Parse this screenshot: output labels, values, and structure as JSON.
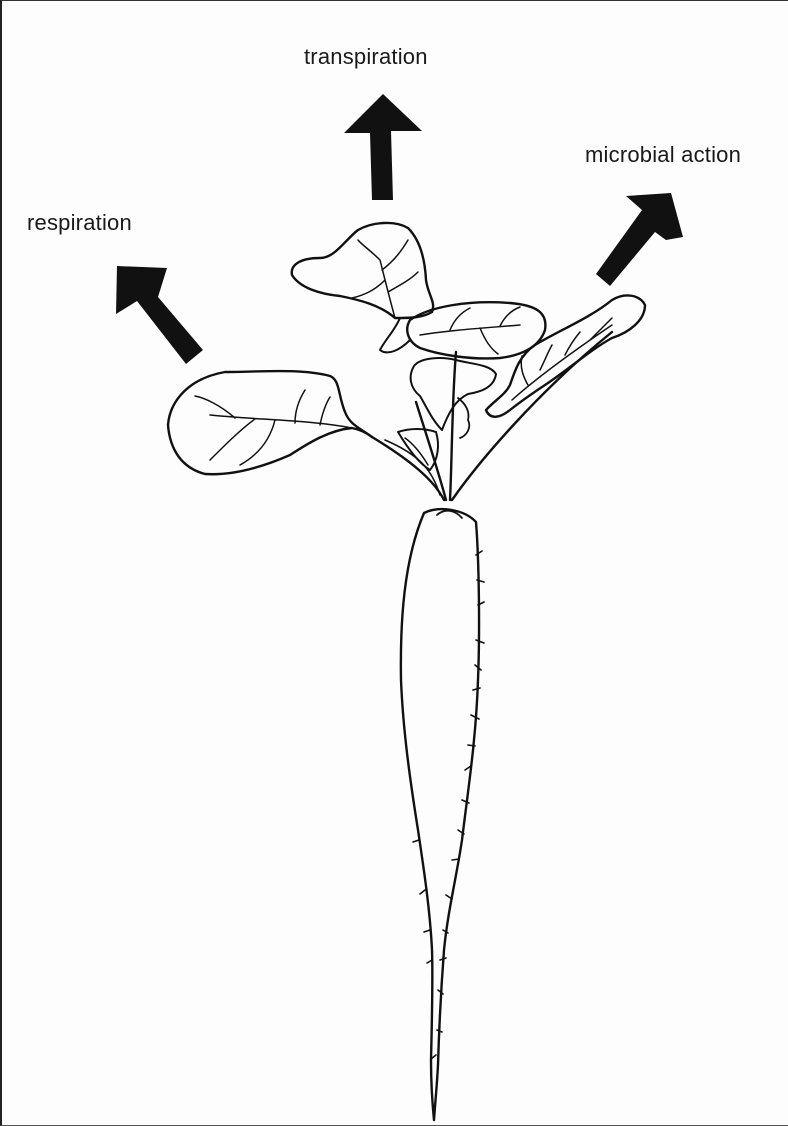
{
  "labels": {
    "transpiration": "transpiration",
    "microbial_action": "microbial action",
    "respiration": "respiration"
  },
  "icons": [
    "arrow-up-icon",
    "arrow-up-right-icon",
    "arrow-up-left-icon",
    "radish-plant-illustration"
  ],
  "colors": {
    "ink": "#111111",
    "paper": "#fdfdfd"
  }
}
